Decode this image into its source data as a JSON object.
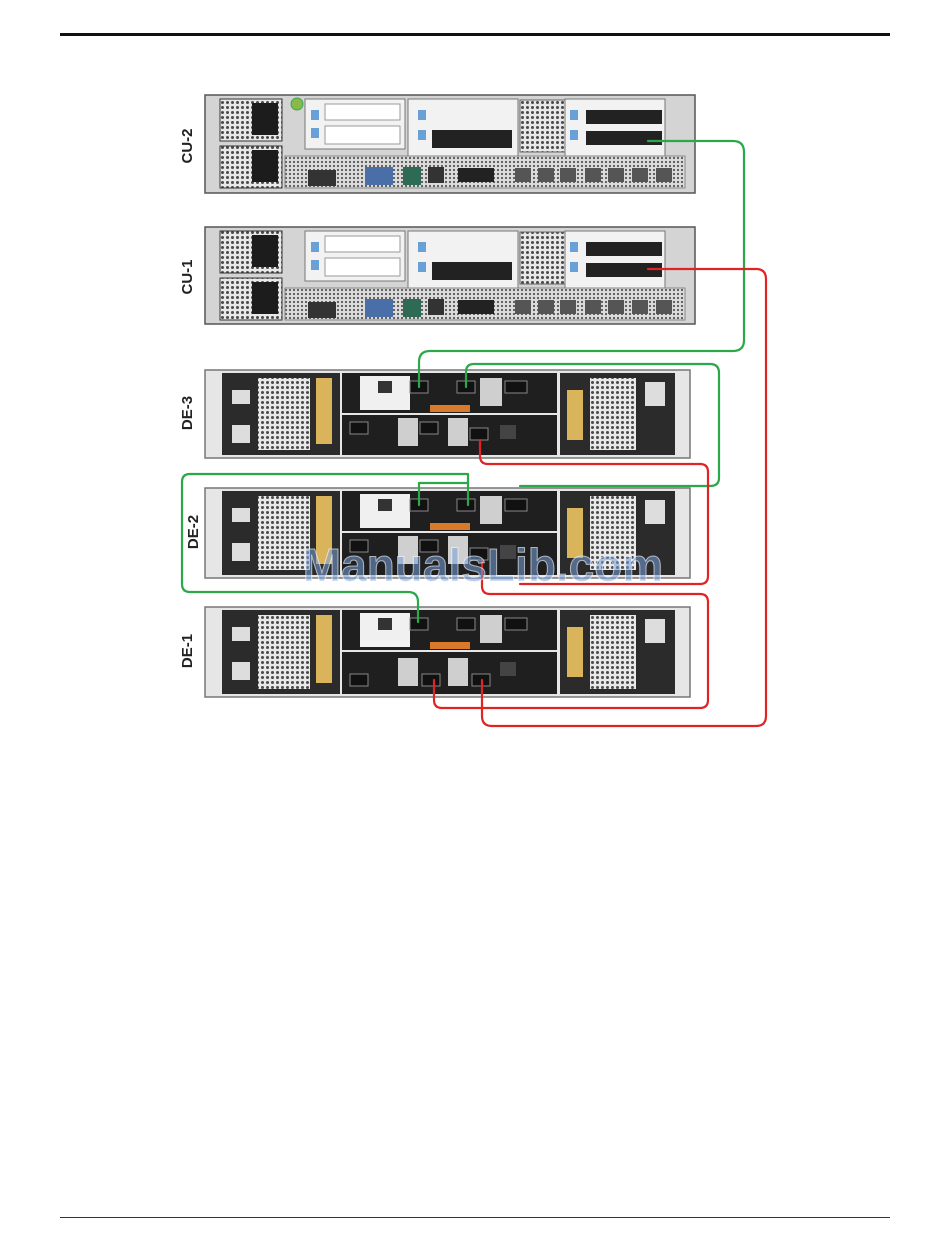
{
  "units": {
    "cu2": "CU-2",
    "cu1": "CU-1",
    "de3": "DE-3",
    "de2": "DE-2",
    "de1": "DE-1"
  },
  "watermark": "ManualsLib.com",
  "colors": {
    "green_cable": "#2aa84a",
    "red_cable": "#e02424",
    "chassis": "#d9d9d9",
    "chassis_dark": "#3a3a3a"
  }
}
